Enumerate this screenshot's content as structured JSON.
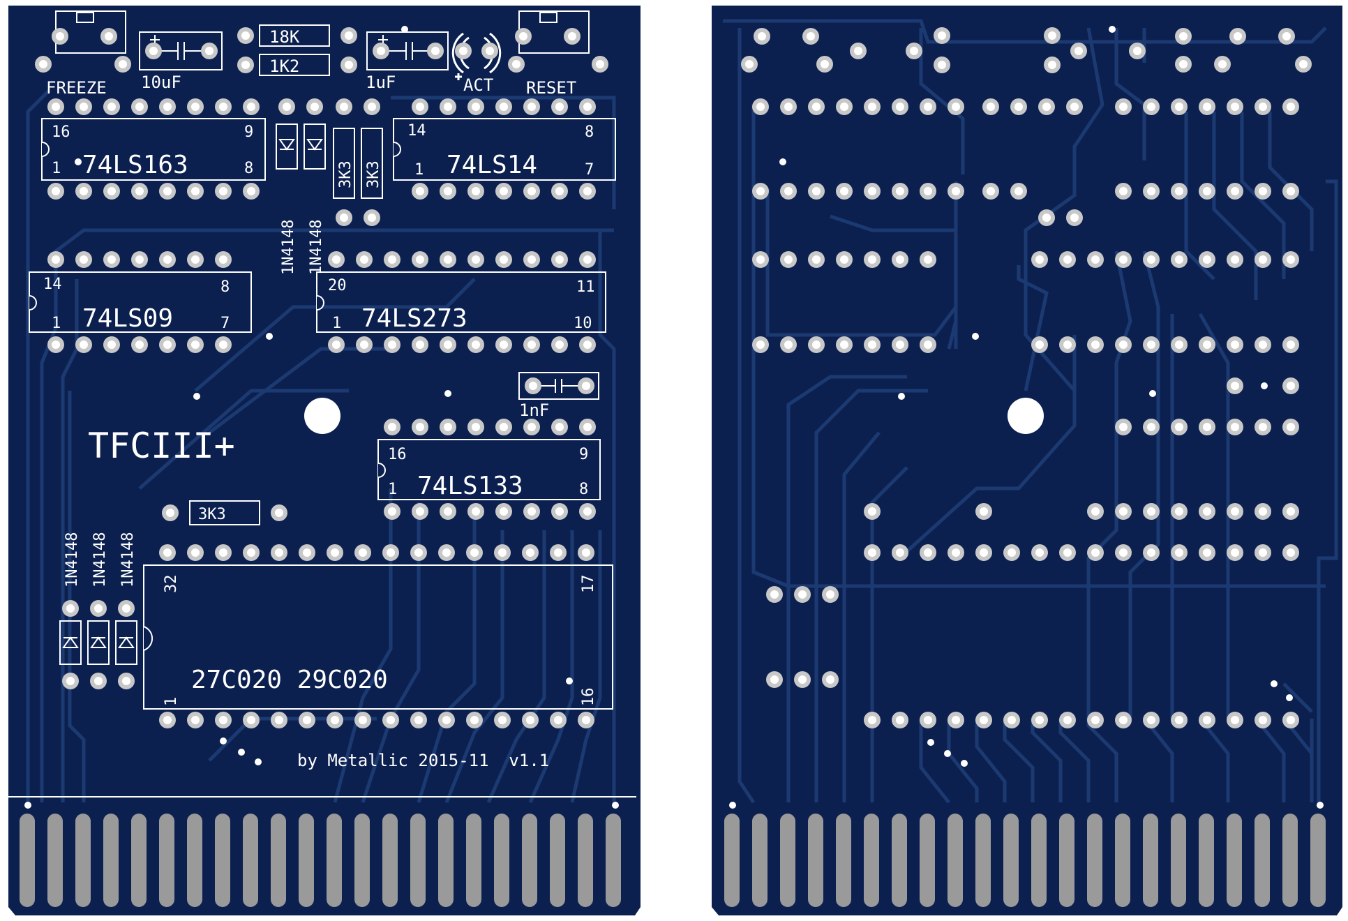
{
  "front": {
    "title": "TFCIII+",
    "credit": "by Metallic 2015-11  v1.1",
    "buttons": [
      {
        "label": "FREEZE"
      },
      {
        "label": "RESET"
      }
    ],
    "led_label": "ACT",
    "components": [
      {
        "label": "10uF"
      },
      {
        "label": "18K"
      },
      {
        "label": "1K2"
      },
      {
        "label": "1uF"
      },
      {
        "label": "1nF"
      },
      {
        "label": "3K3"
      },
      {
        "label": "3K3"
      },
      {
        "label": "3K3"
      },
      {
        "label": "1N4148"
      },
      {
        "label": "1N4148"
      },
      {
        "label": "1N4148"
      },
      {
        "label": "1N4148"
      },
      {
        "label": "1N4148"
      }
    ],
    "chips": [
      {
        "name": "74LS163",
        "pin_tl": "16",
        "pin_tr": "9",
        "pin_bl": "1",
        "pin_br": "8"
      },
      {
        "name": "74LS14",
        "pin_tl": "14",
        "pin_tr": "8",
        "pin_bl": "1",
        "pin_br": "7"
      },
      {
        "name": "74LS09",
        "pin_tl": "14",
        "pin_tr": "8",
        "pin_bl": "1",
        "pin_br": "7"
      },
      {
        "name": "74LS273",
        "pin_tl": "20",
        "pin_tr": "11",
        "pin_bl": "1",
        "pin_br": "10"
      },
      {
        "name": "74LS133",
        "pin_tl": "16",
        "pin_tr": "9",
        "pin_bl": "1",
        "pin_br": "8"
      },
      {
        "name": "27C020  29C020",
        "pin_tl": "32",
        "pin_tr": "17",
        "pin_bl": "1",
        "pin_br": "16"
      }
    ],
    "edge_contacts": 22
  },
  "back": {
    "edge_contacts": 22
  },
  "colors": {
    "board": "#0c2050",
    "trace": "#1c3a72",
    "silk": "#ffffff",
    "pad": "#c0c0c0",
    "contact": "#9a9a9a"
  }
}
